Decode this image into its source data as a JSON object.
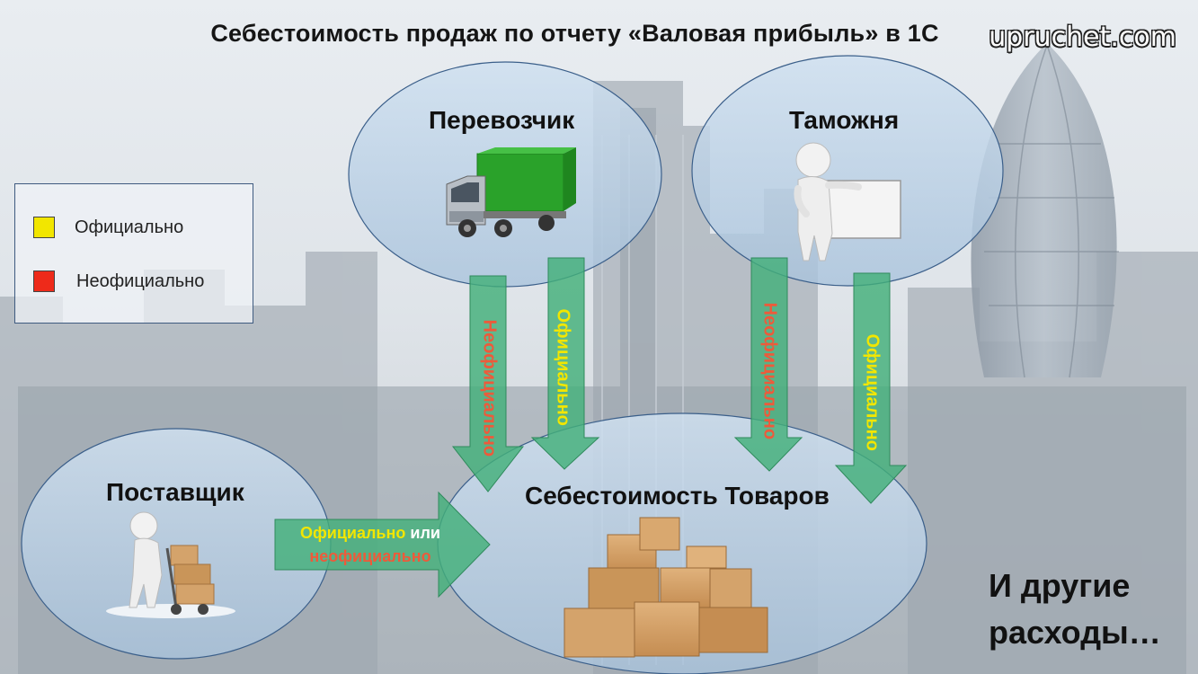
{
  "header": {
    "title": "Себестоимость продаж по отчету «Валовая прибыль» в 1С",
    "site": "upruchet.com"
  },
  "legend": {
    "official": {
      "label": "Официально",
      "color": "#f2e600"
    },
    "unofficial": {
      "label": "Неофициально",
      "color": "#ee2a1a"
    }
  },
  "nodes": {
    "carrier": "Перевозчик",
    "customs": "Таможня",
    "supplier": "Поставщик",
    "cost": "Себестоимость Товаров"
  },
  "flows": {
    "carrier_unofficial": "Неофициально",
    "carrier_official": "Официально",
    "customs_unofficial": "Неофициально",
    "customs_official": "Официально",
    "supplier_official": "Официально",
    "supplier_or": "или",
    "supplier_unofficial": "неофициально"
  },
  "other": {
    "line1": "И другие",
    "line2": "расходы…"
  },
  "colors": {
    "ellipse_fill": "#bcd3ea",
    "ellipse_stroke": "#3b5f8a",
    "arrow": "#43b07a",
    "official_text": "#f2e600",
    "unofficial_text": "#ee5a3a"
  }
}
